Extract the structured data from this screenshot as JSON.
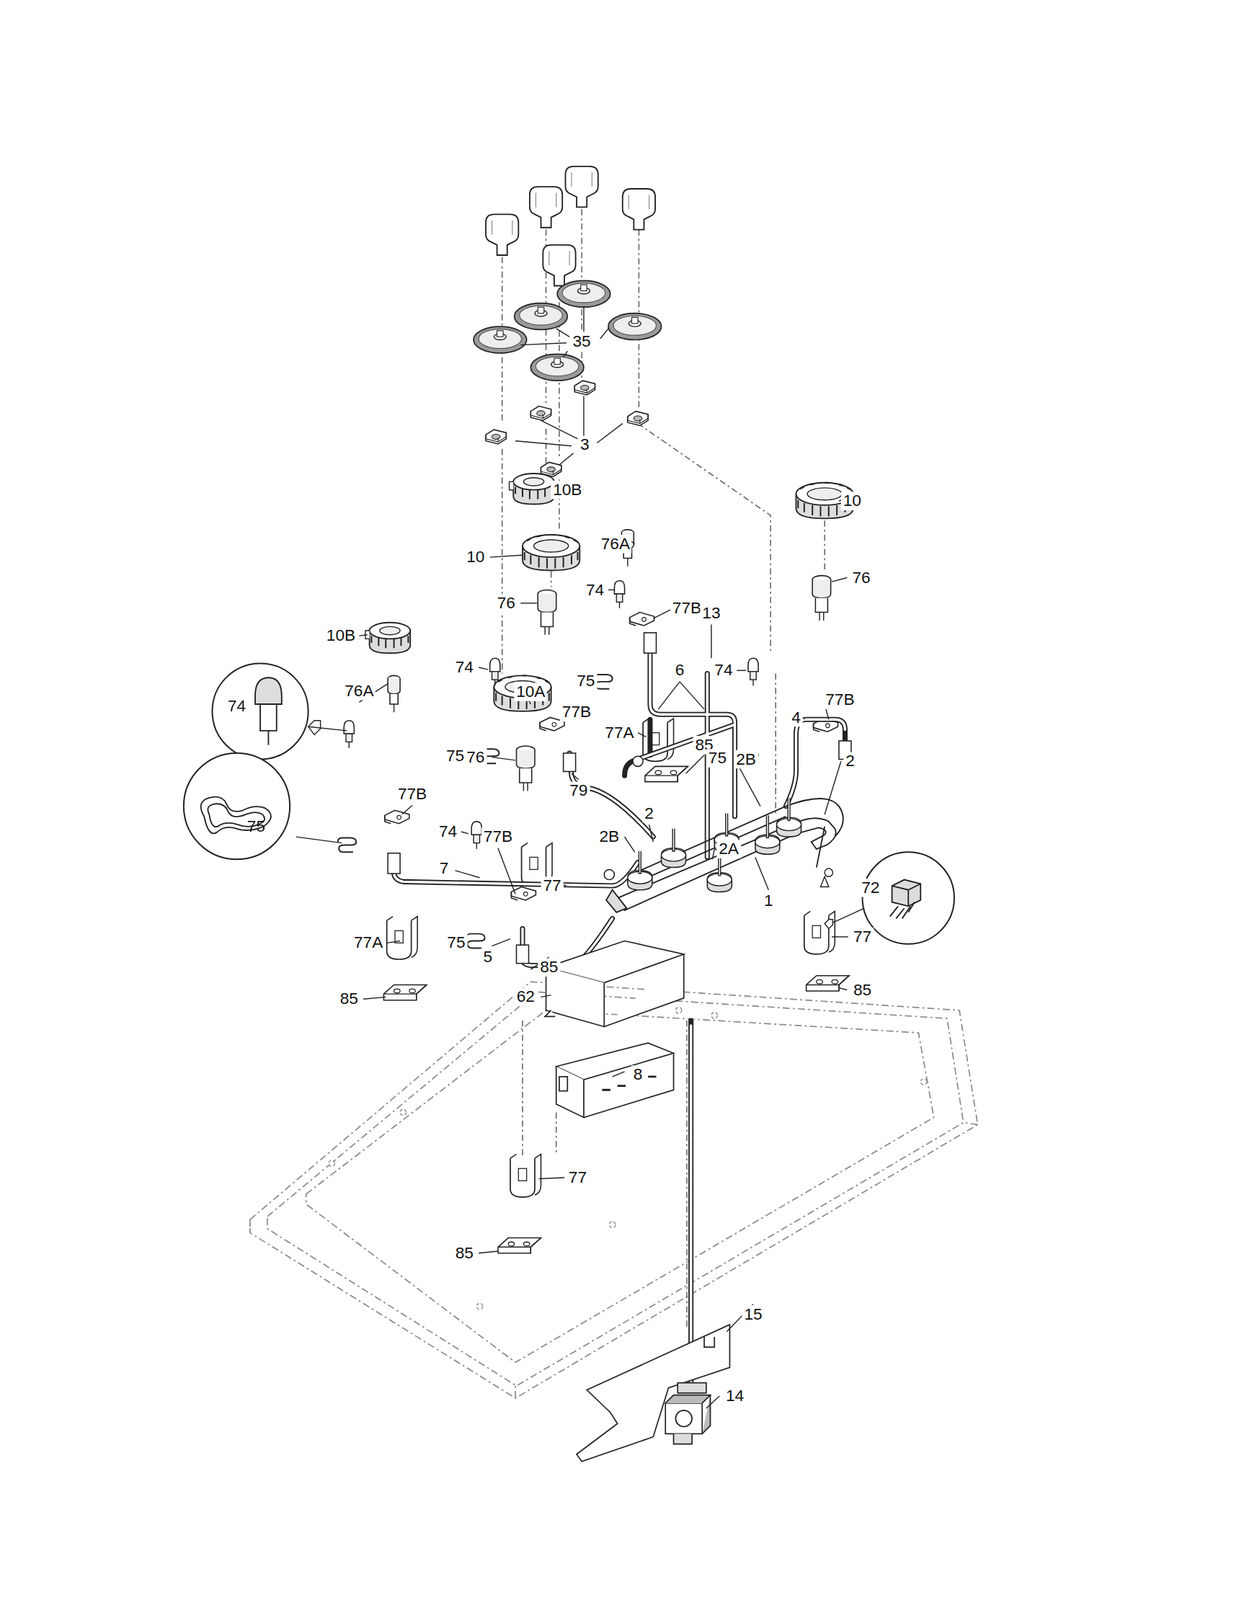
{
  "diagram": {
    "labels": [
      "35",
      "3",
      "10B",
      "10",
      "76A",
      "10",
      "76",
      "74",
      "76",
      "77B",
      "13",
      "10B",
      "74",
      "6",
      "74",
      "75",
      "10A",
      "76A",
      "77B",
      "74",
      "77B",
      "4",
      "77A",
      "85",
      "75",
      "76",
      "75",
      "2B",
      "2",
      "79",
      "77B",
      "2",
      "75",
      "74",
      "2B",
      "77B",
      "2A",
      "7",
      "77",
      "72",
      "1",
      "77",
      "77A",
      "75",
      "5",
      "85",
      "85",
      "62",
      "85",
      "8",
      "77",
      "85",
      "15",
      "14"
    ]
  }
}
